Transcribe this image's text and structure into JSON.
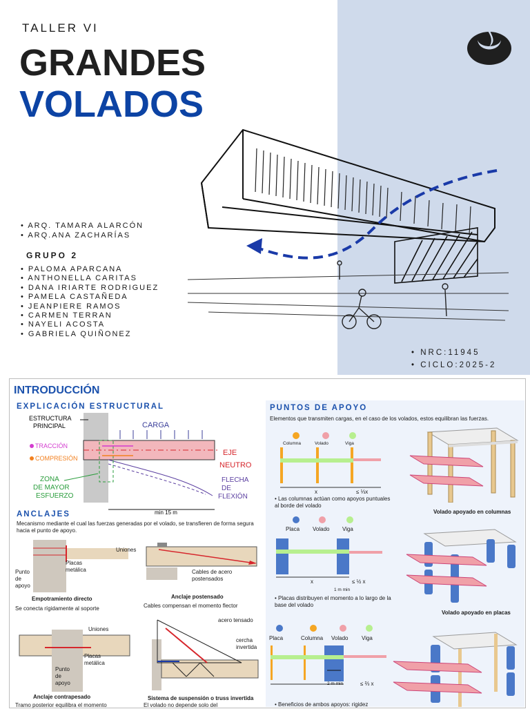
{
  "cover": {
    "course_label": "TALLER VI",
    "title_line1": "GRANDES",
    "title_line2": "VOLADOS",
    "professors": [
      "ARQ. TAMARA ALARCÓN",
      "ARQ.ANA ZACHARÍAS"
    ],
    "group_title": "GRUPO 2",
    "members": [
      "PALOMA APARCANA",
      "ANTHONELLA CARITAS",
      "DANA IRIARTE RODRIGUEZ",
      "PAMELA CASTAÑEDA",
      "JEANPIERE RAMOS",
      "CARMEN TERRAN",
      "NAYELI ACOSTA",
      "GABRIELA QUIÑONEZ"
    ],
    "nrc": "NRC:11945",
    "ciclo": "CICLO:2025-2",
    "colors": {
      "panel": "#cfdaeb",
      "title_blue": "#0c43a4"
    }
  },
  "intro": {
    "title": "INTRODUCCIÓN",
    "structural": {
      "heading": "EXPLICACIÓN ESTRUCTURAL",
      "labels": {
        "estructura": "ESTRUCTURA",
        "principal": "PRINCIPAL",
        "carga": "CARGA",
        "traccion": "TRACCIÓN",
        "compresion": "COMPRESIÓN",
        "eje": "EJE",
        "neutro": "NEUTRO",
        "zona": "ZONA",
        "de_mayor": "DE MAYOR",
        "esfuerzo": "ESFUERZO",
        "flecha": "FLECHA",
        "de": "DE",
        "flexion": "FLEXIÓN",
        "min15": "min 15 m"
      }
    },
    "anclajes": {
      "heading": "ANCLAJES",
      "description": "Mecanismo mediante el cual las fuerzas generadas por el volado, se transfieren de forma segura hacia el punto de apoyo.",
      "empotramiento": {
        "caption": "Empotramiento directo",
        "text": "Se conecta rígidamente al soporte",
        "uniones": "Uniones",
        "placas": "Placas metálica",
        "punto": "Punto de apoyo"
      },
      "postensado": {
        "caption": "Anclaje postensado",
        "text": "Cables compensan el momento flector",
        "cables": "Cables de acero postensados"
      },
      "contrapesado": {
        "caption": "Anclaje contrapesado",
        "text": "Tramo posterior equilibra el momento",
        "uniones": "Uniones",
        "placas": "Placas metálica",
        "punto": "Punto de apoyo"
      },
      "suspension": {
        "caption": "Sistema de suspensión o truss invertida",
        "text": "El volado no depende solo del",
        "acero": "acero tensado",
        "cercha": "cercha invertida"
      }
    },
    "apoyo": {
      "heading": "PUNTOS DE APOYO",
      "description": "Elementos que transmiten cargas, en el caso de los volados, estos equilibran las fuerzas.",
      "legend1": [
        "Columna",
        "Volado",
        "Viga"
      ],
      "legend2": [
        "Placa",
        "Volado",
        "Viga"
      ],
      "legend3": [
        "Placa",
        "Columna",
        "Volado",
        "Viga"
      ],
      "dim_x": "x",
      "dim_third": "≤ ⅓x",
      "dim_half": "≤ ½ x",
      "dim_two_thirds": "≤ ⅔ x",
      "dim_1m": "1 m min",
      "dim_2m": "2 m min",
      "note1": "Las columnas actúan como apoyos puntuales al borde del volado",
      "note2": "Placas distribuyen el momento a lo largo de la base del volado",
      "note3": "Beneficios de ambos apoyos: rigidez",
      "cap1": "Volado apoyado en columnas",
      "cap2": "Volado apoyado en placas",
      "colors": {
        "columna": "#f5a623",
        "volado": "#f0a0a8",
        "viga": "#b7ef8f",
        "placa": "#4a78c8"
      }
    }
  }
}
